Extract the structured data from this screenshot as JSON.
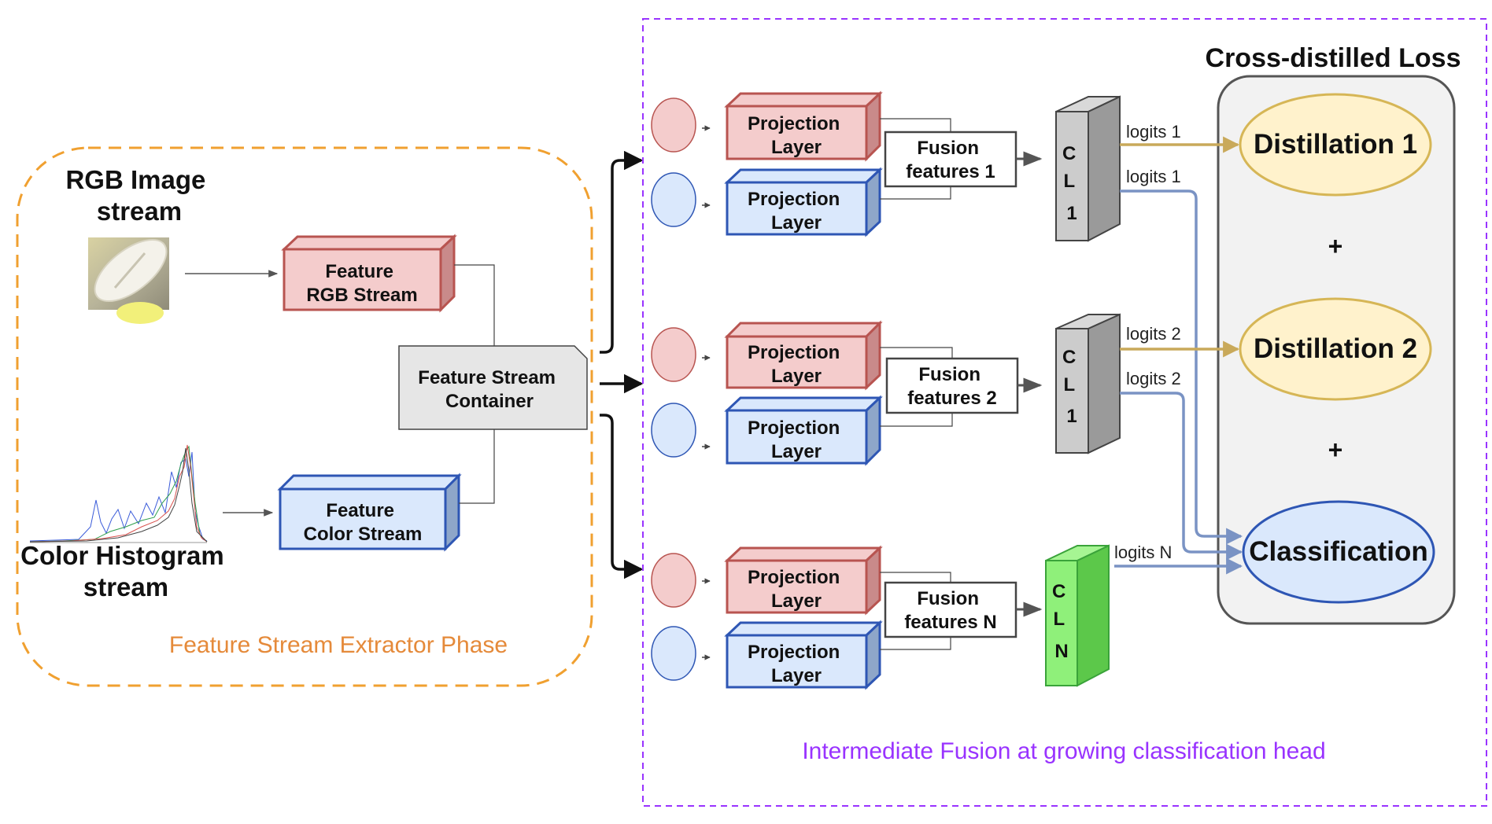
{
  "extractor": {
    "phase_label": "Feature Stream Extractor Phase",
    "rgb_stream_title": [
      "RGB Image",
      "stream"
    ],
    "hist_stream_title": [
      "Color Histogram",
      "stream"
    ],
    "feature_rgb": [
      "Feature",
      "RGB Stream"
    ],
    "feature_color": [
      "Feature",
      "Color Stream"
    ],
    "container": [
      "Feature Stream",
      "Container"
    ]
  },
  "fusion": {
    "phase_label": "Intermediate Fusion at growing classification head",
    "projection": [
      "Projection",
      "Layer"
    ],
    "branches": [
      {
        "fusion": [
          "Fusion",
          "features 1"
        ],
        "cl": [
          "C",
          "L",
          "1"
        ],
        "logits_top": "logits 1",
        "logits_bottom": "logits 1"
      },
      {
        "fusion": [
          "Fusion",
          "features 2"
        ],
        "cl": [
          "C",
          "L",
          "1"
        ],
        "logits_top": "logits 2",
        "logits_bottom": "logits 2"
      },
      {
        "fusion": [
          "Fusion",
          "features N"
        ],
        "cl": [
          "C",
          "L",
          "N"
        ],
        "logits_bottom": "logits N"
      }
    ]
  },
  "loss": {
    "title": "Cross-distilled Loss",
    "distillation_1": "Distillation 1",
    "distillation_2": "Distillation 2",
    "classification": "Classification",
    "plus": "+"
  },
  "colors": {
    "red_fill": "#f4cccc",
    "red_side": "#c98a8a",
    "red_stroke": "#b85450",
    "blue_fill": "#dae8fc",
    "blue_side": "#8ea6c9",
    "blue_stroke": "#2e56b4",
    "green_fill": "#8ff07a",
    "green_stroke": "#3aa33a",
    "gray_fill": "#cccccc",
    "yellow_fill": "#fff2cc",
    "yellow_stroke": "#d6b656",
    "orange_dash": "#f0a030",
    "orange_text": "#e58a3a",
    "purple": "#9933ff",
    "gold_arrow": "#c9a95a",
    "blue_arrow": "#7a93c4"
  }
}
